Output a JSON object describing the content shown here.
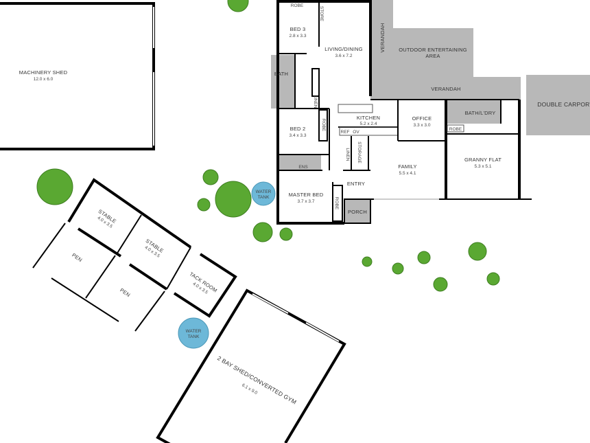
{
  "colors": {
    "wall": "#000000",
    "covered_area": "#b8b8b8",
    "tree": "#5aa832",
    "water_tank": "#6db8d8"
  },
  "outbuildings": {
    "machinery_shed": {
      "name": "MACHINERY SHED",
      "dims": "12.0 x 6.0"
    },
    "stable_1": {
      "name": "STABLE",
      "dims": "4.0 x 3.5"
    },
    "stable_2": {
      "name": "STABLE",
      "dims": "4.0 x 3.5"
    },
    "tack_room": {
      "name": "TACK ROOM",
      "dims": "4.0 x 3.5"
    },
    "pen_1": {
      "name": "PEN"
    },
    "pen_2": {
      "name": "PEN"
    },
    "gym": {
      "name": "2 BAY SHED/CONVERTED GYM",
      "dims": "6.1 x 9.0"
    },
    "water_tank_1": {
      "line1": "WATER",
      "line2": "TANK"
    },
    "water_tank_2": {
      "line1": "WATER",
      "line2": "TANK"
    }
  },
  "house": {
    "bed3": {
      "name": "BED 3",
      "dims": "2.8 x 3.3"
    },
    "robe_top": "ROBE",
    "store": "STORE",
    "living": {
      "name": "LIVING/DINING",
      "dims": "3.6 x 7.2"
    },
    "bath": "BATH",
    "linen1": "LINEN",
    "robe_bed2": "ROBE",
    "bed2": {
      "name": "BED 2",
      "dims": "3.4 x 3.3"
    },
    "ens": "ENS",
    "master": {
      "name": "MASTER BED",
      "dims": "3.7 x 3.7"
    },
    "robe_master": "ROBE",
    "kitchen": {
      "name": "KITCHEN",
      "dims": "5.2 x 2.4"
    },
    "ref": "REF",
    "ov": "OV",
    "linen2": "LINEN",
    "storage": "STORAGE",
    "entry": "ENTRY",
    "porch": "PORCH",
    "family": {
      "name": "FAMILY",
      "dims": "5.5 x 4.1"
    },
    "office": {
      "name": "OFFICE",
      "dims": "3.3 x 3.0"
    },
    "bath_laundry": "BATH/L'DRY",
    "robe_granny": "ROBE",
    "granny_flat": {
      "name": "GRANNY FLAT",
      "dims": "5.3 x 5.1"
    },
    "verandah_vertical": "VERANDAH",
    "verandah": "VERANDAH",
    "outdoor_line1": "OUTDOOR ENTERTAINING",
    "outdoor_line2": "AREA",
    "carport": "DOUBLE CARPORT"
  }
}
